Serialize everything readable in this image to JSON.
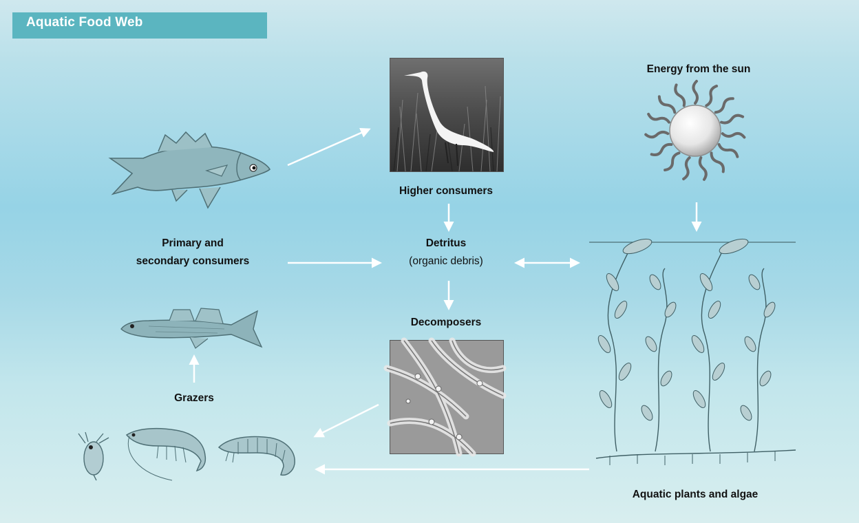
{
  "title": "Aquatic Food Web",
  "labels": {
    "energy_sun": "Energy from the sun",
    "higher_consumers": "Higher consumers",
    "primary_line1": "Primary and",
    "primary_line2": "secondary consumers",
    "detritus": "Detritus",
    "detritus_sub": "(organic debris)",
    "decomposers": "Decomposers",
    "grazers": "Grazers",
    "plants": "Aquatic plants and algae"
  },
  "colors": {
    "title_bar": "#5bb5c0",
    "arrow": "#ffffff"
  },
  "icons": [
    "egret-photo",
    "sun-icon",
    "bass-fish-icon",
    "minnow-fish-icon",
    "fungi-photo",
    "daphnia-icon",
    "shrimp-icon",
    "larva-icon",
    "water-plants-icon"
  ]
}
